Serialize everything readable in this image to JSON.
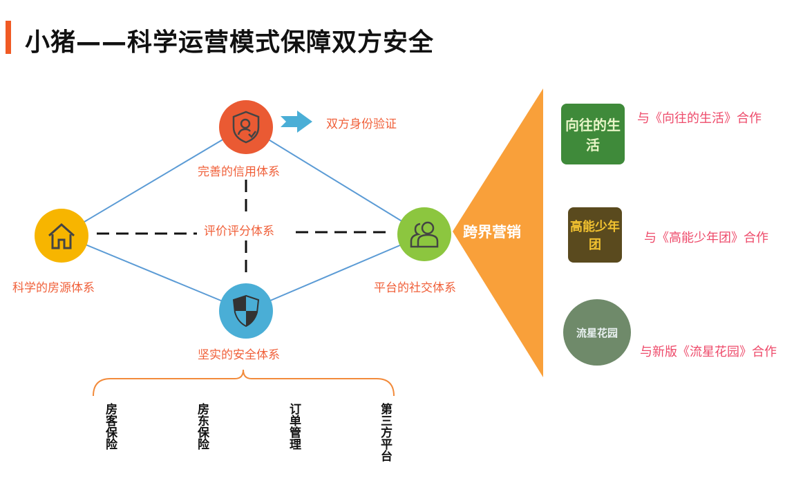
{
  "title": "小猪——科学运营模式保障双方安全",
  "nodes": {
    "credit": {
      "label": "完善的信用体系",
      "color": "#ea5a33"
    },
    "housing": {
      "label": "科学的房源体系",
      "color": "#f7b500"
    },
    "social": {
      "label": "平台的社交体系",
      "color": "#8cc63f"
    },
    "safety": {
      "label": "坚实的安全体系",
      "color": "#4aaed6"
    }
  },
  "identity_label": "双方身份验证",
  "center_label": "评价评分体系",
  "safety_items": [
    "房客保险",
    "房东保险",
    "订单管理",
    "第三方平台"
  ],
  "marketing": {
    "label": "跨界营销",
    "color": "#f9a03a"
  },
  "partners": [
    {
      "label": "与《向往的生活》合作",
      "logo_text": "向往的生活"
    },
    {
      "label": "与《高能少年团》合作",
      "logo_text": "高能少年团"
    },
    {
      "label": "与新版《流星花园》合作",
      "logo_text": "流星花园"
    }
  ]
}
